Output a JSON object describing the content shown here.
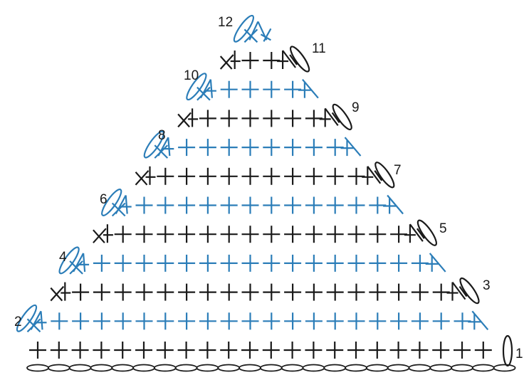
{
  "diagram": {
    "type": "crochet-triangle-chart",
    "colors": {
      "odd_rows": "#1a1a1a",
      "even_rows": "#2b7db8",
      "background": "#ffffff"
    },
    "symbols": {
      "chain": "chain-oval-icon",
      "single_crochet": "plus-stitch-icon",
      "sc2tog": "decrease-stitch-icon",
      "turning_chain": "turning-chain-icon"
    },
    "rows": [
      {
        "label": "1",
        "side": "right",
        "color": "odd_rows",
        "stitches": 22
      },
      {
        "label": "2",
        "side": "left",
        "color": "even_rows",
        "stitches": 20
      },
      {
        "label": "3",
        "side": "right",
        "color": "odd_rows",
        "stitches": 18
      },
      {
        "label": "4",
        "side": "left",
        "color": "even_rows",
        "stitches": 16
      },
      {
        "label": "5",
        "side": "right",
        "color": "odd_rows",
        "stitches": 14
      },
      {
        "label": "6",
        "side": "left",
        "color": "even_rows",
        "stitches": 12
      },
      {
        "label": "7",
        "side": "right",
        "color": "odd_rows",
        "stitches": 10
      },
      {
        "label": "8",
        "side": "left",
        "color": "even_rows",
        "stitches": 8
      },
      {
        "label": "9",
        "side": "right",
        "color": "odd_rows",
        "stitches": 6
      },
      {
        "label": "10",
        "side": "left",
        "color": "even_rows",
        "stitches": 4
      },
      {
        "label": "11",
        "side": "right",
        "color": "odd_rows",
        "stitches": 2
      },
      {
        "label": "12",
        "side": "left",
        "color": "even_rows",
        "stitches": 0
      }
    ]
  }
}
